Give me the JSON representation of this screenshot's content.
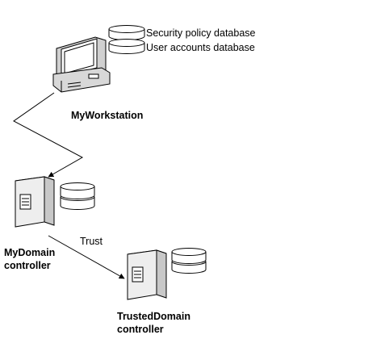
{
  "legend": {
    "security_db": "Security policy database",
    "accounts_db": "User accounts database"
  },
  "nodes": {
    "workstation": {
      "label": "MyWorkstation"
    },
    "mydomain": {
      "line1": "MyDomain",
      "line2": "controller"
    },
    "trusted": {
      "line1": "TrustedDomain",
      "line2": "controller"
    }
  },
  "edges": {
    "trust_label": "Trust"
  },
  "icons": [
    "workstation-icon",
    "server-icon",
    "database-icon",
    "arrow-icon"
  ]
}
